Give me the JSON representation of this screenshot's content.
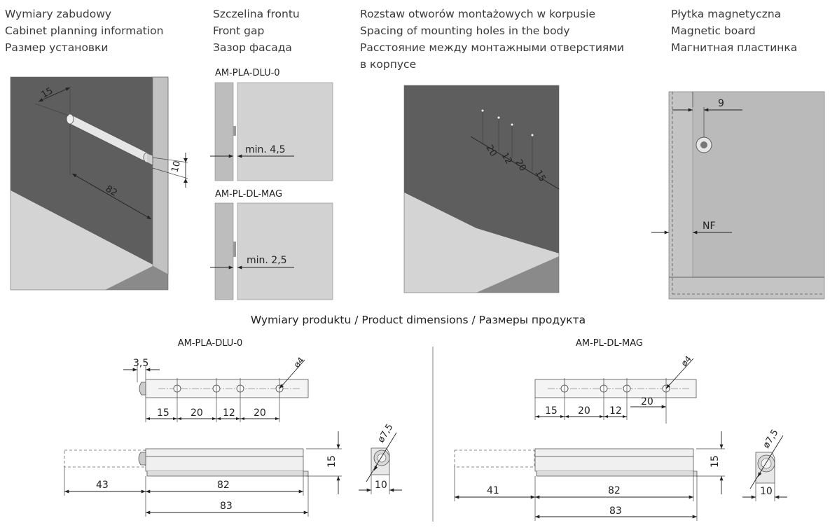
{
  "sections": {
    "cabinet": {
      "lines": [
        "Wymiary zabudowy",
        "Cabinet planning information",
        "Размер установки"
      ]
    },
    "front_gap": {
      "lines": [
        "Szczelina frontu",
        "Front gap",
        "Зазор фасада"
      ]
    },
    "holes": {
      "lines": [
        "Rozstaw otworów montażowych w korpusie",
        "Spacing of mounting holes in the body",
        "Расстояние между монтажными отверстиями",
        "в корпусе"
      ]
    },
    "magnetic": {
      "lines": [
        "Płytka magnetyczna",
        "Magnetic board",
        "Магнитная пластинка"
      ]
    }
  },
  "product_dimensions_title": "Wymiary produktu / Product dimensions / Размеры продукта",
  "models": {
    "a": "AM-PLA-DLU-0",
    "b": "AM-PL-DL-MAG"
  },
  "dims": {
    "cab_15": "15",
    "cab_10": "10",
    "cab_82": "82",
    "gap_a": "min. 4,5",
    "gap_b": "min. 2,5",
    "holes": [
      "20",
      "12",
      "20",
      "15"
    ],
    "mag_9": "9",
    "mag_nf": "NF",
    "a_35": "3,5",
    "a_d4": "ø4",
    "a_spacing": [
      "15",
      "20",
      "12",
      "20"
    ],
    "a_43": "43",
    "a_82": "82",
    "a_83": "83",
    "a_15": "15",
    "a_d75": "ø7,5",
    "a_10": "10",
    "b_d4": "ø4",
    "b_spacing": [
      "15",
      "20",
      "12",
      "20"
    ],
    "b_41": "41",
    "b_82": "82",
    "b_83": "83",
    "b_15": "15",
    "b_d75": "ø7,5",
    "b_10": "10"
  },
  "colors": {
    "panel_dark": "#5e5e5e",
    "panel_light": "#d2d2d2",
    "panel_mid": "#bdbdbd",
    "board": "#c4c4c4",
    "line": "#222222"
  }
}
